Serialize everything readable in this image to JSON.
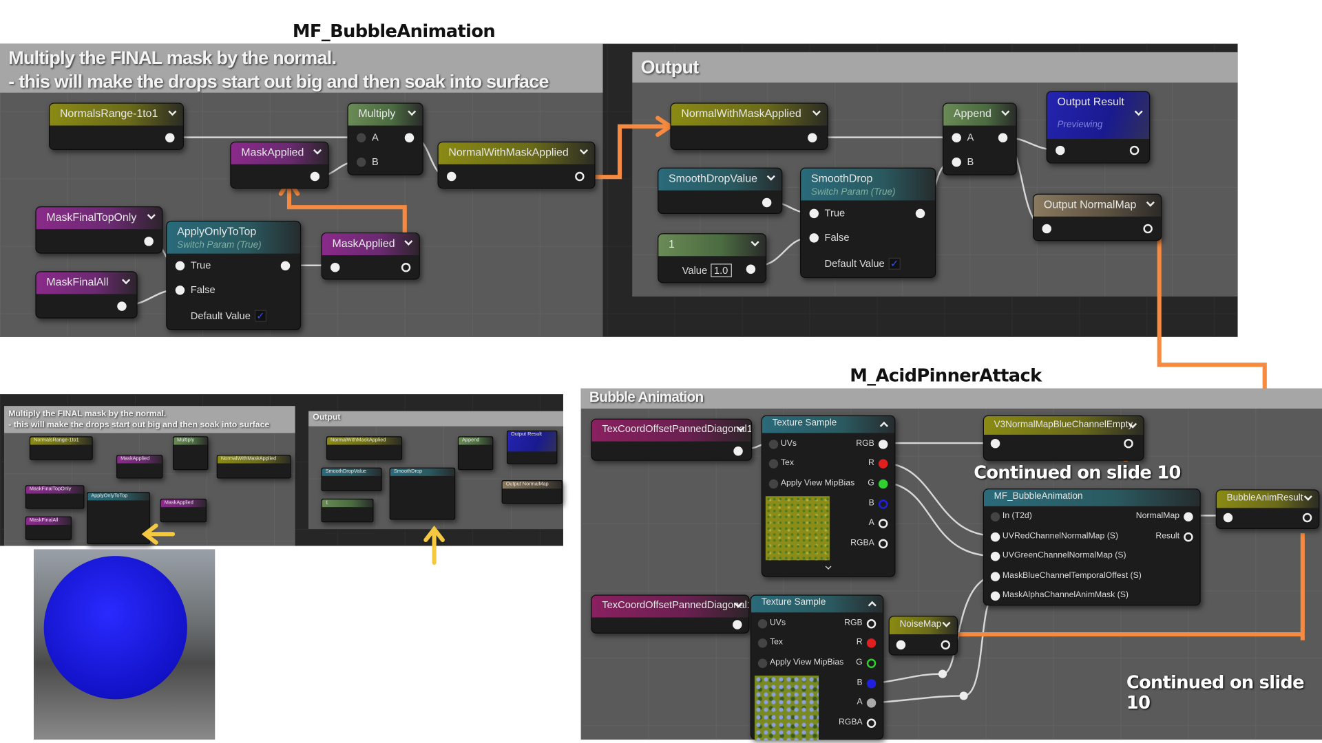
{
  "titles": {
    "top": "MF_BubbleAnimation",
    "bottom": "M_AcidPinnerAttack"
  },
  "comments": {
    "mask_line1": "Multiply the FINAL mask by the normal.",
    "mask_line2": "- this will make the drops start out big and then soak into surface",
    "output": "Output",
    "bubble": "Bubble Animation"
  },
  "nodes": {
    "normals_range": {
      "title": "NormalsRange-1to1"
    },
    "mask_applied": {
      "title": "MaskApplied"
    },
    "multiply": {
      "title": "Multiply",
      "pins": [
        "A",
        "B"
      ]
    },
    "normal_with_mask": {
      "title": "NormalWithMaskApplied"
    },
    "mask_final_top": {
      "title": "MaskFinalTopOnly"
    },
    "apply_only_top": {
      "title": "ApplyOnlyToTop",
      "subtitle": "Switch Param (True)",
      "pins": [
        "True",
        "False"
      ],
      "default_label": "Default Value",
      "default_checked": true
    },
    "mask_final_all": {
      "title": "MaskFinalAll"
    },
    "append": {
      "title": "Append",
      "pins": [
        "A",
        "B"
      ]
    },
    "output_result": {
      "title": "Output Result",
      "subtitle": "Previewing"
    },
    "smooth_drop_value": {
      "title": "SmoothDropValue"
    },
    "smooth_drop": {
      "title": "SmoothDrop",
      "subtitle": "Switch Param (True)",
      "pins": [
        "True",
        "False"
      ],
      "default_label": "Default Value",
      "default_checked": true
    },
    "constant": {
      "title": "1",
      "value_label": "Value",
      "value": "1.0"
    },
    "output_normalmap": {
      "title": "Output NormalMap"
    },
    "texcoord": {
      "title": "TexCoordOffsetPannedDiagonal1"
    },
    "texture_sample": {
      "title": "Texture Sample",
      "inputs": [
        "UVs",
        "Tex",
        "Apply View MipBias"
      ],
      "outputs": [
        "RGB",
        "R",
        "G",
        "B",
        "A",
        "RGBA"
      ]
    },
    "v3normal": {
      "title": "V3NormalMapBlueChannelEmpty"
    },
    "mf_bubble": {
      "title": "MF_BubbleAnimation",
      "inputs": [
        "In (T2d)",
        "UVRedChannelNormalMap (S)",
        "UVGreenChannelNormalMap (S)",
        "MaskBlueChannelTemporalOffest (S)",
        "MaskAlphaChannelAnimMask (S)"
      ],
      "outputs": [
        "NormalMap",
        "Result"
      ]
    },
    "bubble_result": {
      "title": "BubbleAnimResult"
    },
    "noisemap": {
      "title": "NoiseMap"
    }
  },
  "annotations": {
    "continued_1": "Continued on slide 10",
    "continued_2": "Continued on slide 10"
  },
  "colors": {
    "arrow": "#f58a40",
    "highlight_arrow": "#f5c842",
    "preview_sphere": "#1a1ae0"
  }
}
